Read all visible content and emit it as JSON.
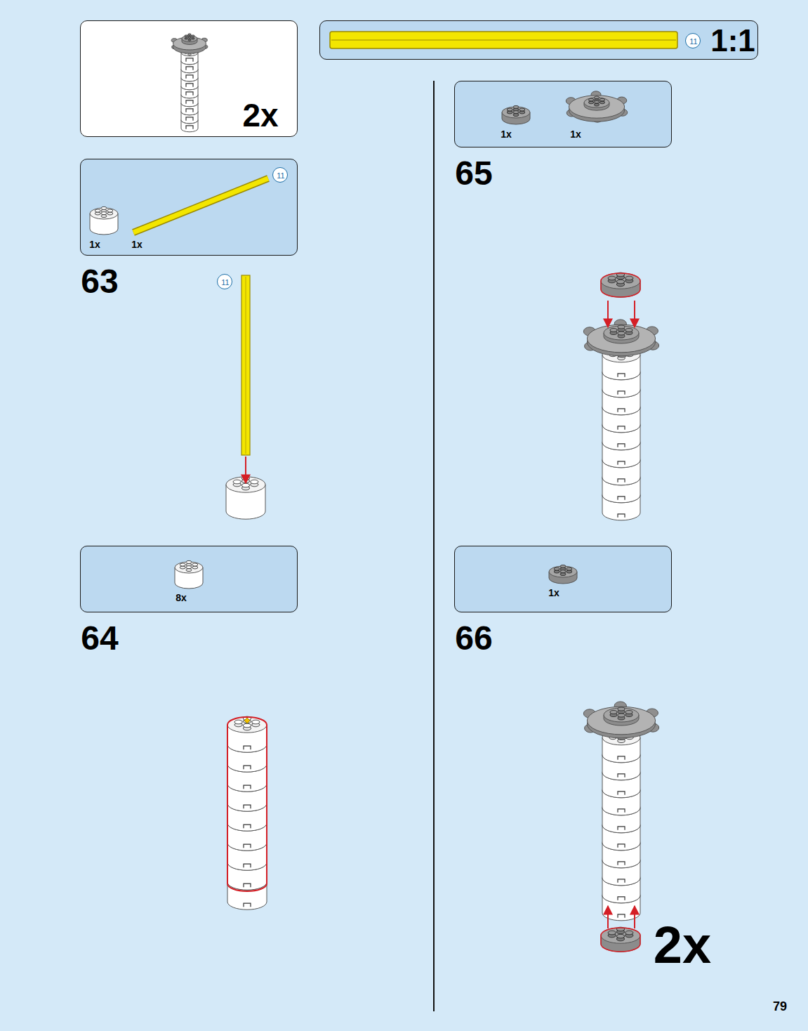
{
  "diagram": {
    "nodes": [
      {
        "text": [
          "2x"
        ]
      },
      {
        "text": [
          "1:1"
        ]
      },
      {
        "text": [
          "11"
        ],
        "in": 1
      },
      {
        "text": [
          "1x",
          "1x"
        ]
      },
      {
        "text": [
          "11"
        ],
        "in": 3
      },
      {
        "text": [
          "11"
        ]
      },
      {
        "text": [
          "8x"
        ]
      },
      {
        "text": [
          "1x",
          "1x"
        ]
      },
      {
        "text": [
          "1x"
        ]
      }
    ],
    "labels": [
      "63",
      "64",
      "65",
      "66",
      "2x",
      "79"
    ]
  }
}
